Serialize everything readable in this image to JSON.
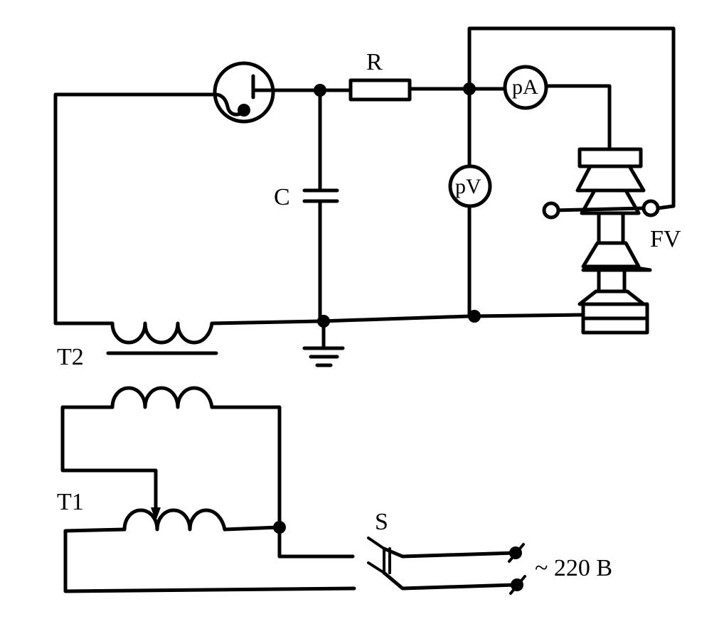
{
  "labels": {
    "resistor": "R",
    "capacitor": "C",
    "ammeter": "pA",
    "voltmeter": "pV",
    "arrester": "FV",
    "transformer_t2": "T2",
    "transformer_t1": "T1",
    "switch": "S",
    "supply": "~ 220 B"
  }
}
